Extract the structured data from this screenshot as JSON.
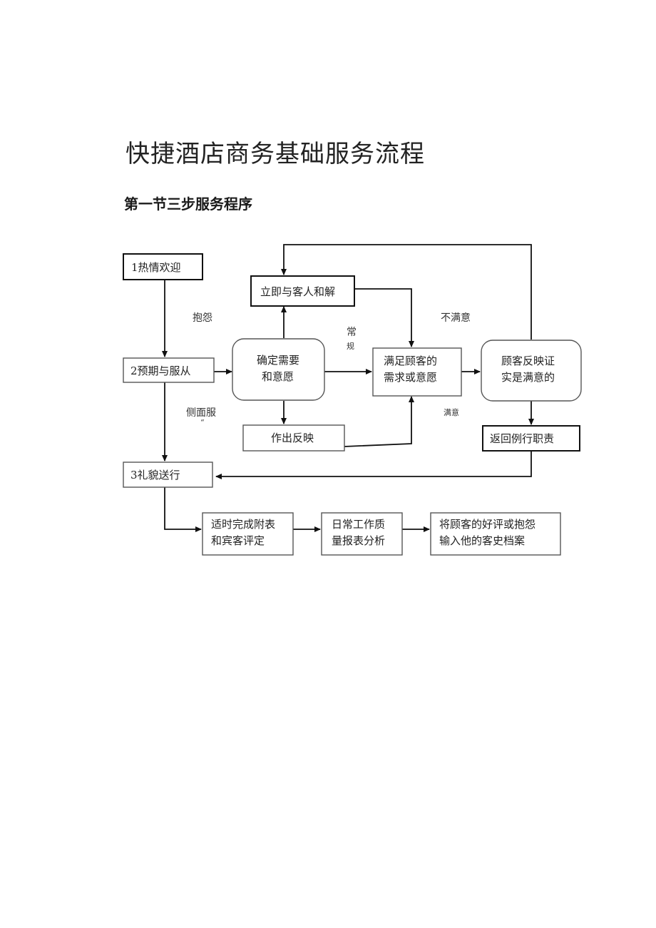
{
  "title": "快捷酒店商务基础服务流程",
  "subtitle": "第一节三步服务程序",
  "nodes": {
    "welcome": "1热情欢迎",
    "anticipate": "2预期与服从",
    "farewell": "3礼貌送行",
    "confirm_line1": "确定需要",
    "confirm_line2": "和意愿",
    "reconcile": "立即与客人和解",
    "react": "作出反映",
    "satisfy_line1": "满足顾客的",
    "satisfy_line2": "需求或意愿",
    "feedback_line1": "顾客反映证",
    "feedback_line2": "实是满意的",
    "return_duty": "返回例行职责",
    "form_line1": "适时完成附表",
    "form_line2": "和宾客评定",
    "analysis_line1": "日常工作质",
    "analysis_line2": "量报表分析",
    "archive_line1": "将顾客的好评或抱怨",
    "archive_line2": "输入他的客史档案"
  },
  "labels": {
    "complaint": "抱怨",
    "routine_1": "常",
    "routine_2": "规",
    "dissatisfied": "不满意",
    "side_service": "侧面服",
    "side_service_mark": "“",
    "satisfied": "满意"
  }
}
